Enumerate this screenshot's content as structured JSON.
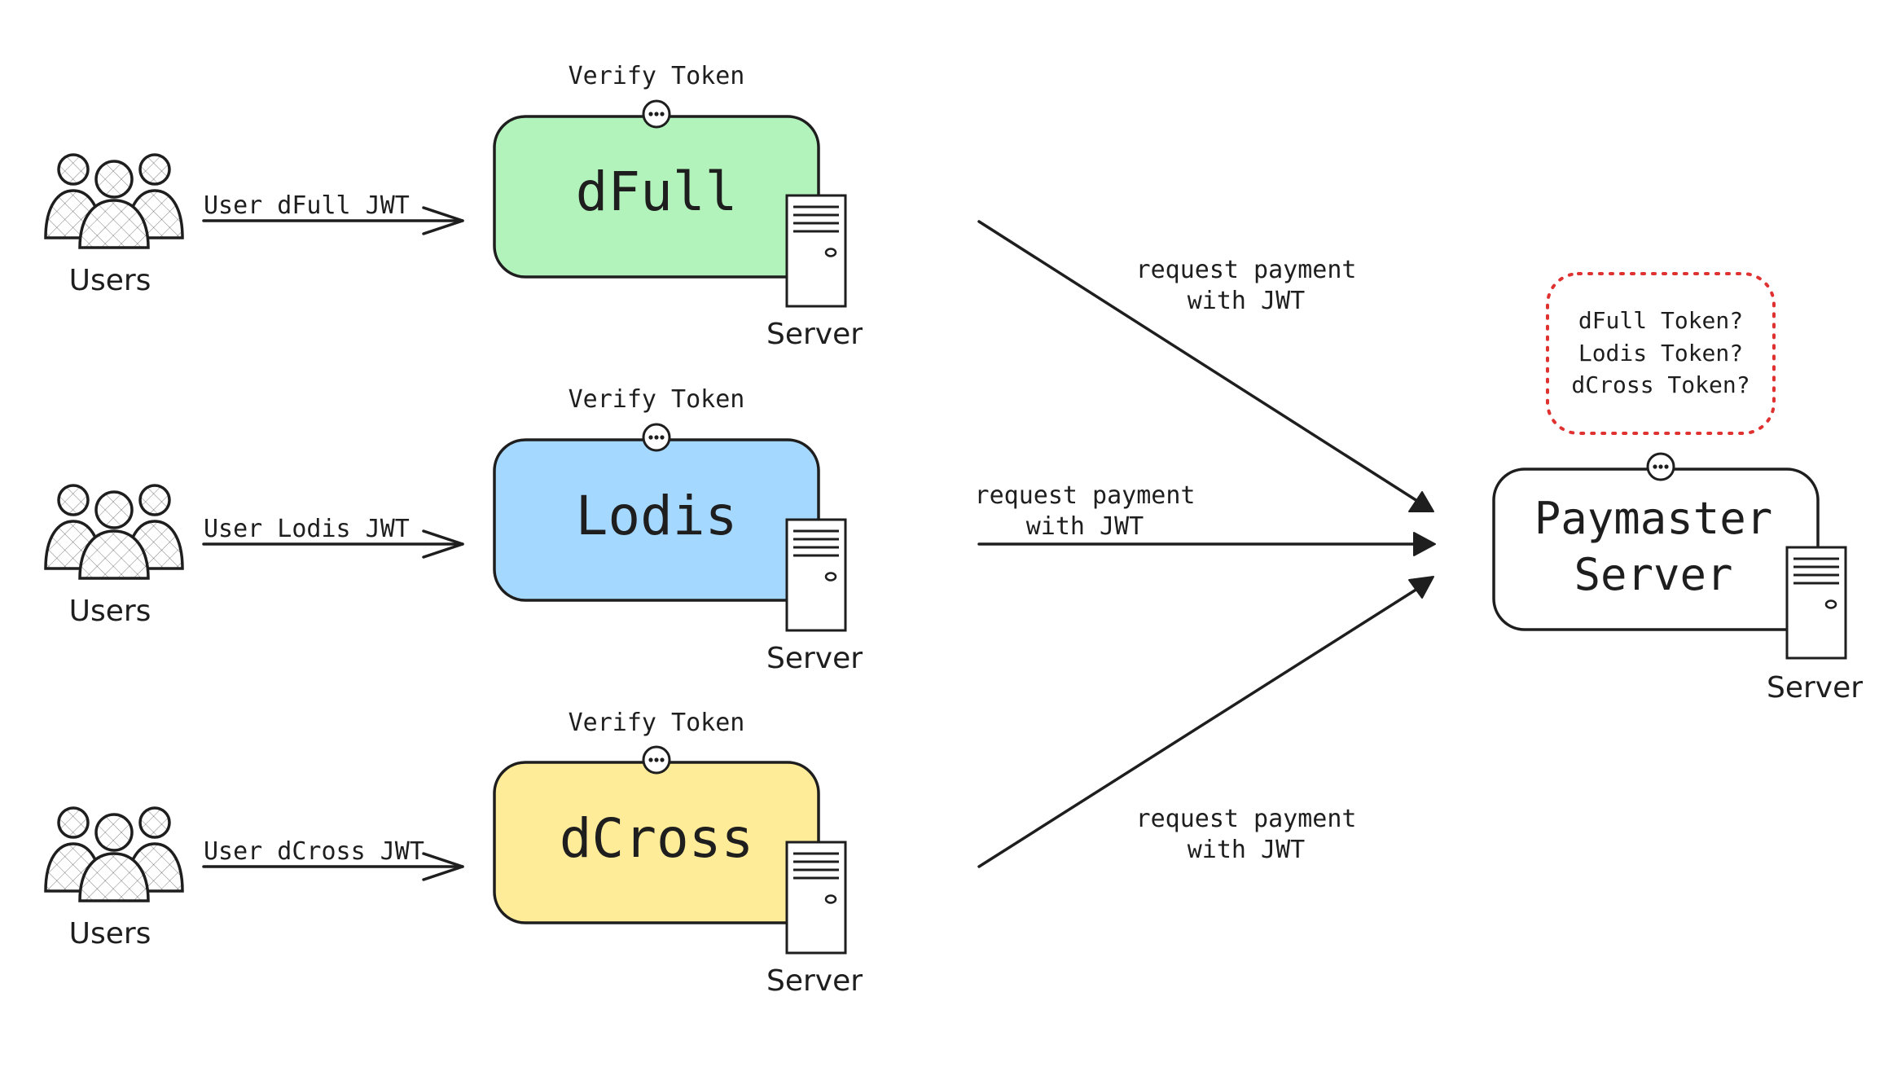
{
  "colors": {
    "dfull": "#b2f2bb",
    "lodis": "#a5d8ff",
    "dcross": "#ffec99",
    "paymaster": "#ffffff",
    "ink": "#1e1e1e",
    "dashed": "#e03131"
  },
  "users": [
    {
      "label": "Users",
      "arrow_label": "User dFull JWT"
    },
    {
      "label": "Users",
      "arrow_label": "User Lodis JWT"
    },
    {
      "label": "Users",
      "arrow_label": "User dCross JWT"
    }
  ],
  "services": [
    {
      "name": "dFull",
      "verify_label": "Verify Token",
      "server_label": "Server"
    },
    {
      "name": "Lodis",
      "verify_label": "Verify Token",
      "server_label": "Server"
    },
    {
      "name": "dCross",
      "verify_label": "Verify Token",
      "server_label": "Server"
    }
  ],
  "requests": [
    {
      "line1": "request payment",
      "line2": "with JWT"
    },
    {
      "line1": "request payment",
      "line2": "with JWT"
    },
    {
      "line1": "request payment",
      "line2": "with JWT"
    }
  ],
  "paymaster": {
    "line1": "Paymaster",
    "line2": "Server",
    "server_label": "Server"
  },
  "token_check": {
    "lines": [
      "dFull Token?",
      "Lodis Token?",
      "dCross Token?"
    ]
  },
  "icons": {
    "users": "users-group-icon",
    "server": "server-tower-icon",
    "connector": "ellipsis-connector-icon"
  }
}
